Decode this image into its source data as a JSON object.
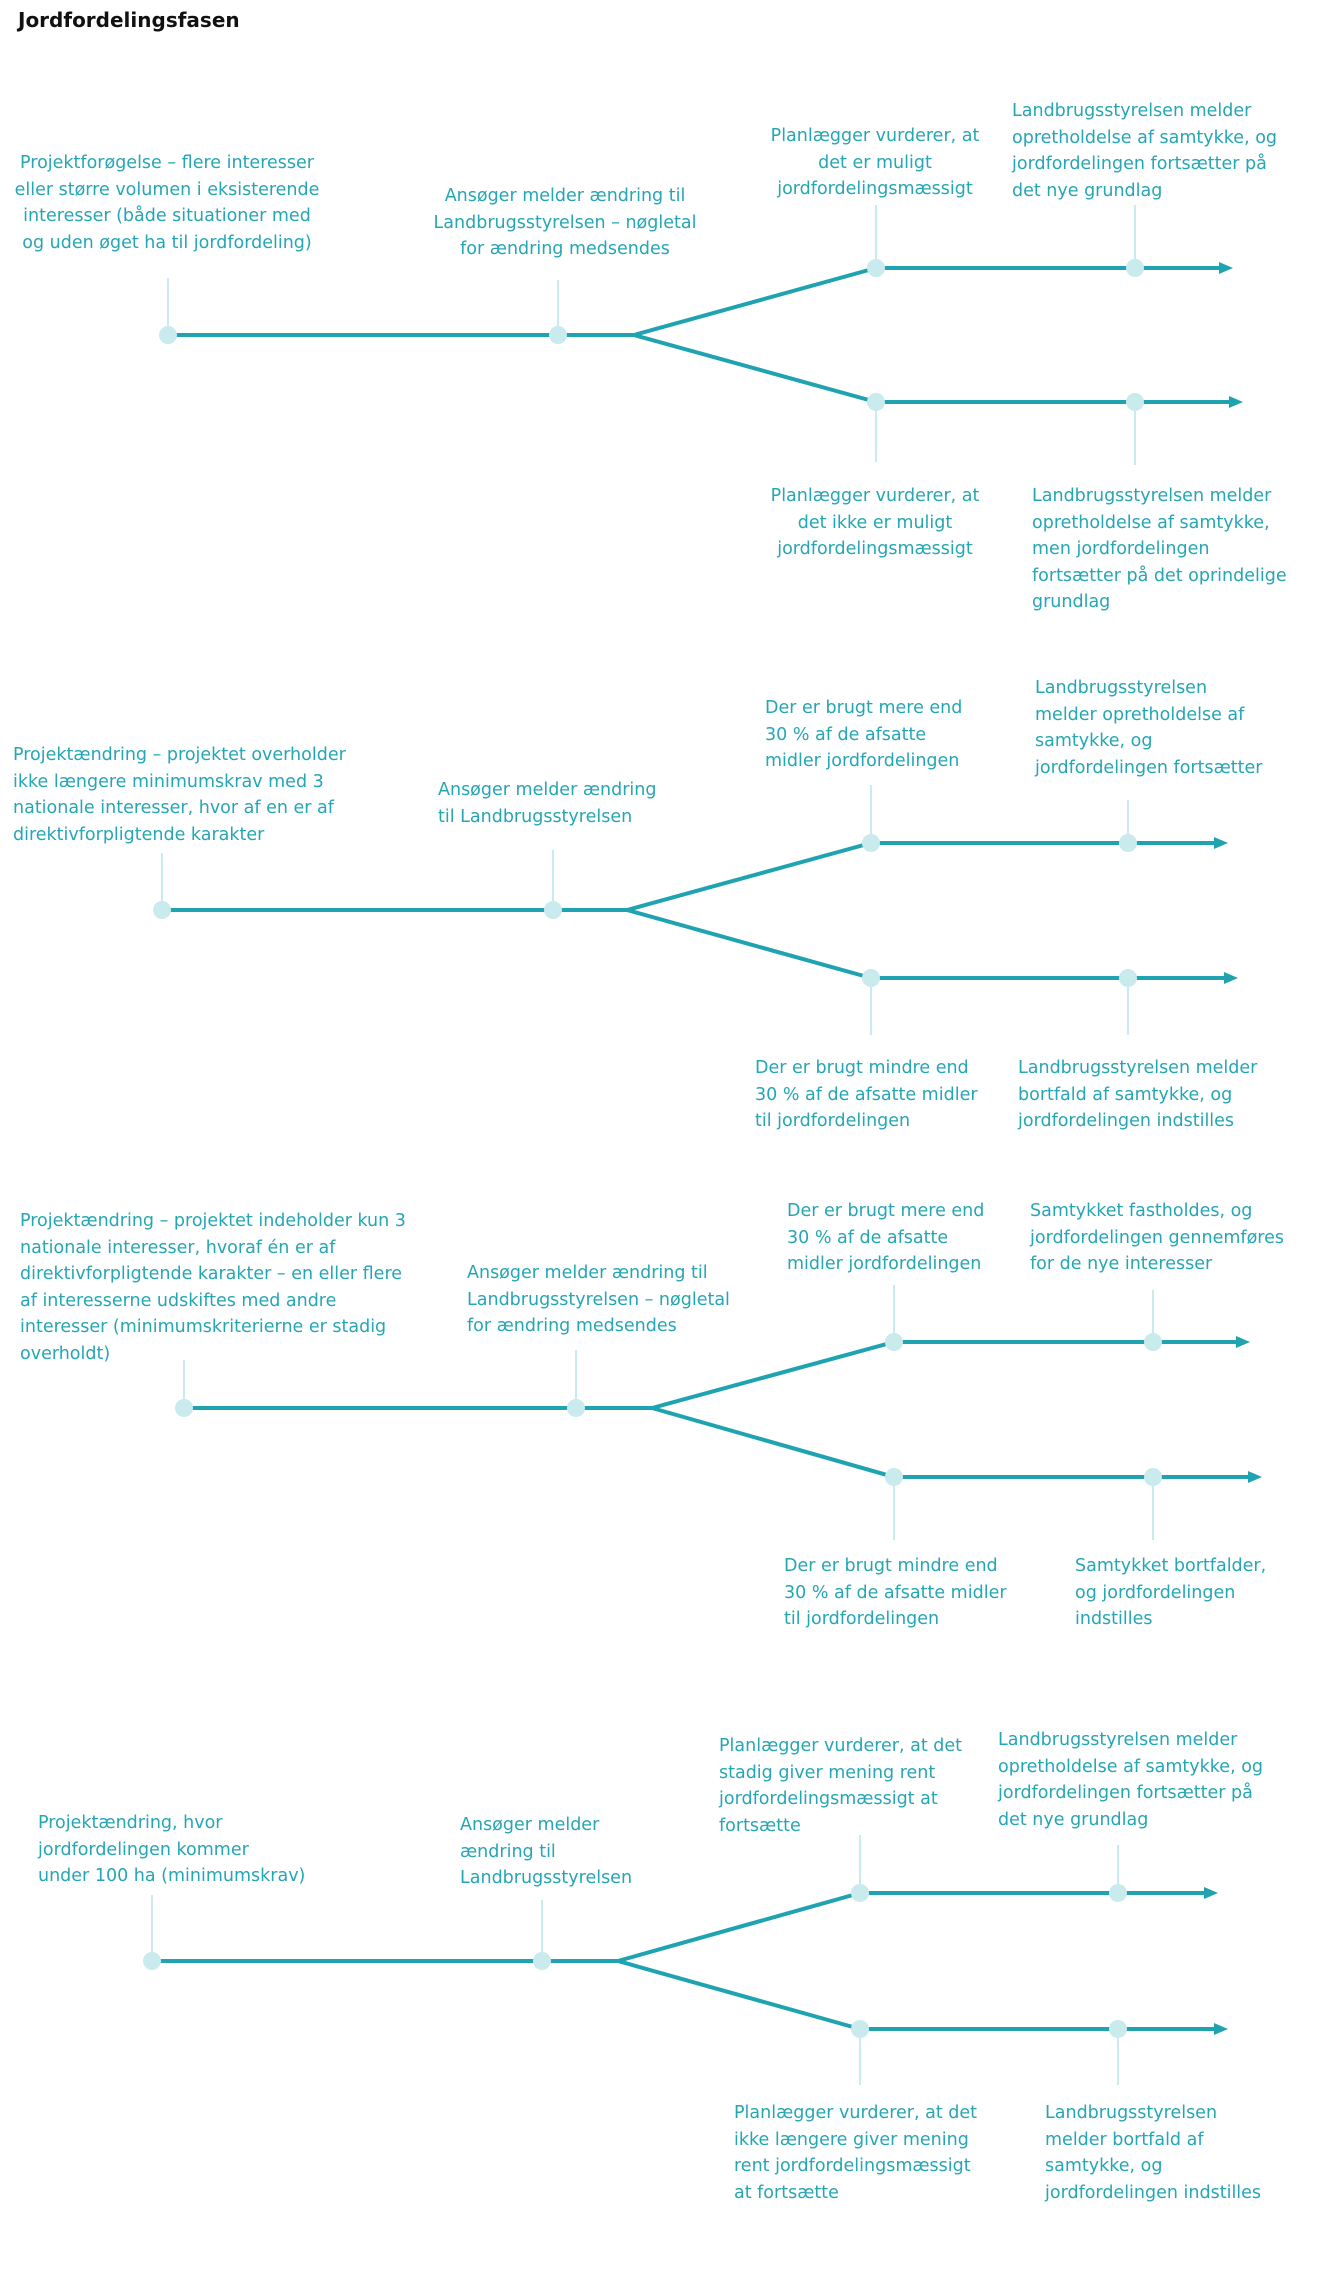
{
  "title": "Jordfordelingsfasen",
  "colors": {
    "line": "#1fa3b0",
    "node": "#c9ebee",
    "tick": "#c9ebee",
    "text": "#25a6b4"
  },
  "flows": [
    {
      "start": "Projektforøgelse – flere interesser\neller større volumen i eksisterende\ninteresser (både situationer med\nog uden øget ha til jordfordeling)",
      "request": "Ansøger melder ændring til\nLandbrugsstyrelsen – nøgletal\nfor ændring medsendes",
      "upper_condition": "Planlægger vurderer, at\ndet er muligt\njordfordelingsmæssigt",
      "upper_outcome": "Landbrugsstyrelsen melder\nopretholdelse af samtykke, og\njordfordelingen fortsætter på\ndet nye grundlag",
      "lower_condition": "Planlægger vurderer, at\ndet ikke er muligt\njordfordelingsmæssigt",
      "lower_outcome": "Landbrugsstyrelsen melder\nopretholdelse af samtykke,\nmen jordfordelingen\nfortsætter på det oprindelige\ngrundlag"
    },
    {
      "start": "Projektændring – projektet overholder\nikke længere minimumskrav med 3\nnationale interesser, hvor af en er af\ndirektivforpligtende karakter",
      "request": "Ansøger melder ændring\ntil Landbrugsstyrelsen",
      "upper_condition": "Der er brugt mere end\n30 % af de afsatte\nmidler jordfordelingen",
      "upper_outcome": "Landbrugsstyrelsen\nmelder opretholdelse af\nsamtykke, og\njordfordelingen fortsætter",
      "lower_condition": "Der er brugt mindre end\n30 % af de afsatte midler\ntil jordfordelingen",
      "lower_outcome": "Landbrugsstyrelsen melder\nbortfald af samtykke, og\njordfordelingen indstilles"
    },
    {
      "start": "Projektændring – projektet indeholder kun 3\nnationale interesser, hvoraf én er af\ndirektivforpligtende karakter – en eller flere\naf interesserne udskiftes med andre\ninteresser (minimumskriterierne er stadig\noverholdt)",
      "request": "Ansøger melder ændring til\nLandbrugsstyrelsen – nøgletal\nfor ændring medsendes",
      "upper_condition": "Der er brugt mere end\n30 % af de afsatte\nmidler jordfordelingen",
      "upper_outcome": "Samtykket fastholdes, og\njordfordelingen gennemføres\nfor de nye interesser",
      "lower_condition": "Der er brugt mindre end\n30 % af de afsatte midler\ntil jordfordelingen",
      "lower_outcome": "Samtykket bortfalder,\nog jordfordelingen\nindstilles"
    },
    {
      "start": "Projektændring, hvor\njordfordelingen kommer\nunder 100 ha (minimumskrav)",
      "request": "Ansøger melder\nændring til\nLandbrugsstyrelsen",
      "upper_condition": "Planlægger vurderer, at det\nstadig giver mening rent\njordfordelingsmæssigt at\nfortsætte",
      "upper_outcome": "Landbrugsstyrelsen melder\nopretholdelse af samtykke, og\njordfordelingen fortsætter på\ndet nye grundlag",
      "lower_condition": "Planlægger vurderer, at det\nikke længere giver mening\nrent jordfordelingsmæssigt\nat fortsætte",
      "lower_outcome": "Landbrugsstyrelsen\nmelder bortfald af\nsamtykke, og\njordfordelingen indstilles"
    }
  ]
}
